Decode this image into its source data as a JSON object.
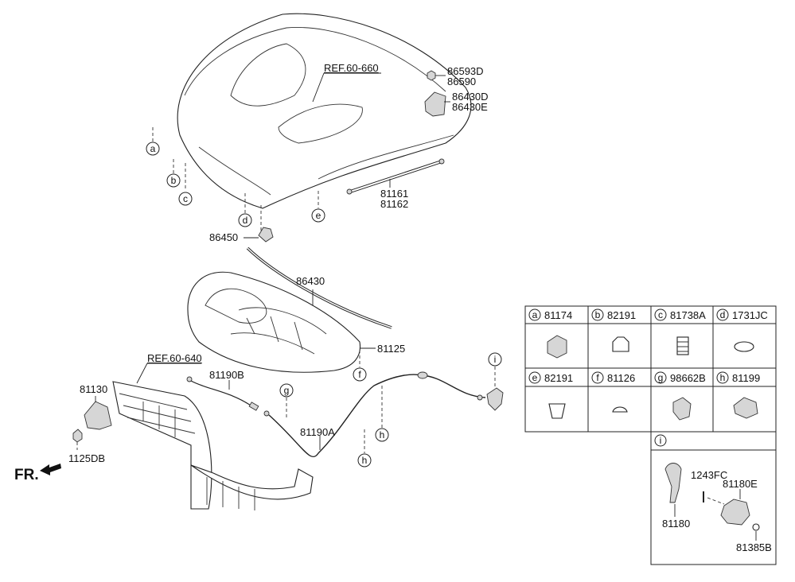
{
  "references": {
    "hood_ref": "REF.60-660",
    "front_ref": "REF.60-640"
  },
  "direction": {
    "label": "FR."
  },
  "callouts": {
    "p86593D": "86593D",
    "p86590": "86590",
    "p86430D": "86430D",
    "p86430E": "86430E",
    "p81161": "81161",
    "p81162": "81162",
    "p86450": "86450",
    "p86430": "86430",
    "p81125": "81125",
    "p81190B": "81190B",
    "p81130": "81130",
    "p1125DB": "1125DB",
    "p81190A": "81190A"
  },
  "letters": {
    "a": "a",
    "b": "b",
    "c": "c",
    "d": "d",
    "e": "e",
    "f": "f",
    "g": "g",
    "h": "h",
    "i": "i"
  },
  "legend": {
    "cells": [
      {
        "letter": "a",
        "part": "81174"
      },
      {
        "letter": "b",
        "part": "82191"
      },
      {
        "letter": "c",
        "part": "81738A"
      },
      {
        "letter": "d",
        "part": "1731JC"
      },
      {
        "letter": "e",
        "part": "82191"
      },
      {
        "letter": "f",
        "part": "81126"
      },
      {
        "letter": "g",
        "part": "98662B"
      },
      {
        "letter": "h",
        "part": "81199"
      }
    ],
    "detail_i": {
      "letter": "i",
      "parts": {
        "bolt": "1243FC",
        "latch": "81180E",
        "handle": "81180",
        "nut": "81385B"
      }
    }
  }
}
